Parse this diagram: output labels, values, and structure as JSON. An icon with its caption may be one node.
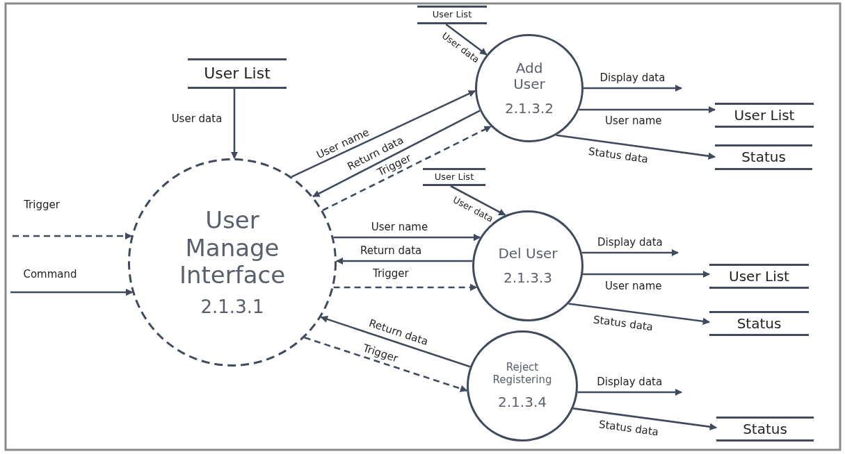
{
  "diagram": {
    "nodes": [
      {
        "text": [
          "User List"
        ]
      },
      {
        "text": [
          "User Manage Interface",
          "2.1.3.1"
        ]
      },
      {
        "text": [
          "User List"
        ]
      },
      {
        "text": [
          "Add User",
          "2.1.3.2"
        ]
      },
      {
        "text": [
          "User List"
        ]
      },
      {
        "text": [
          "Status"
        ]
      },
      {
        "text": [
          "User List"
        ]
      },
      {
        "text": [
          "Del User",
          "2.1.3.3"
        ]
      },
      {
        "text": [
          "User List"
        ]
      },
      {
        "text": [
          "Status"
        ]
      },
      {
        "text": [
          "Reject Registering",
          "2.1.3.4"
        ]
      },
      {
        "text": [
          "Status"
        ]
      }
    ],
    "edges": [
      {
        "from": 0,
        "to": 1,
        "arrow": "to",
        "label": "User data"
      },
      {
        "from": null,
        "to": 1,
        "arrow": "to",
        "label": "Trigger",
        "style": "dashed"
      },
      {
        "from": null,
        "to": 1,
        "arrow": "to",
        "label": "Command"
      },
      {
        "from": 2,
        "to": 3,
        "arrow": "to",
        "label": "User data"
      },
      {
        "from": 1,
        "to": 3,
        "arrow": "to",
        "label": "User name"
      },
      {
        "from": 3,
        "to": 1,
        "arrow": "to",
        "label": "Return data"
      },
      {
        "from": 1,
        "to": 3,
        "arrow": "to",
        "label": "Trigger",
        "style": "dashed"
      },
      {
        "from": 3,
        "to": null,
        "arrow": "to",
        "label": "Display data"
      },
      {
        "from": 3,
        "to": 4,
        "arrow": "to",
        "label": "User name"
      },
      {
        "from": 3,
        "to": 5,
        "arrow": "to",
        "label": "Status data"
      },
      {
        "from": 6,
        "to": 7,
        "arrow": "to",
        "label": "User data"
      },
      {
        "from": 1,
        "to": 7,
        "arrow": "to",
        "label": "User name"
      },
      {
        "from": 7,
        "to": 1,
        "arrow": "to",
        "label": "Return data"
      },
      {
        "from": 1,
        "to": 7,
        "arrow": "to",
        "label": "Trigger",
        "style": "dashed"
      },
      {
        "from": 7,
        "to": null,
        "arrow": "to",
        "label": "Display data"
      },
      {
        "from": 7,
        "to": 8,
        "arrow": "to",
        "label": "User name"
      },
      {
        "from": 7,
        "to": 9,
        "arrow": "to",
        "label": "Status data"
      },
      {
        "from": 10,
        "to": 1,
        "arrow": "to",
        "label": "Return data"
      },
      {
        "from": 1,
        "to": 10,
        "arrow": "to",
        "label": "Trigger",
        "style": "dashed"
      },
      {
        "from": 10,
        "to": null,
        "arrow": "to",
        "label": "Display data"
      },
      {
        "from": 10,
        "to": 11,
        "arrow": "to",
        "label": "Status data"
      }
    ]
  }
}
